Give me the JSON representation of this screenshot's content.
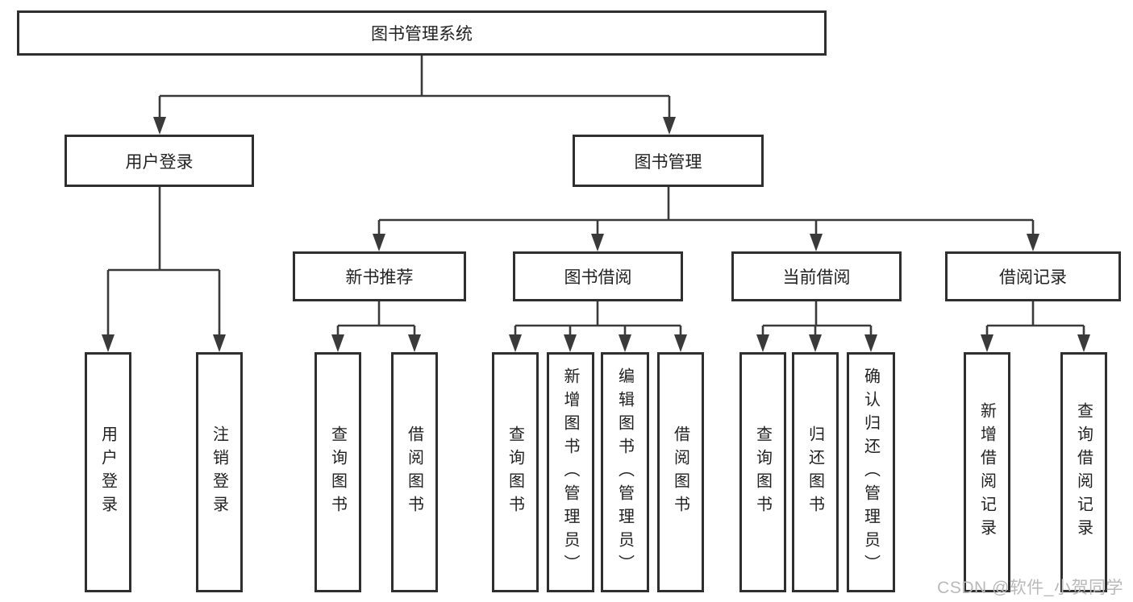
{
  "colors": {
    "line": "#3a3a3a",
    "border": "#2f2f2f",
    "text": "#222222",
    "watermark": "#b9b9b9"
  },
  "watermark": "CSDN @软件_小贺同学",
  "tree": {
    "label": "图书管理系统",
    "children": [
      {
        "label": "用户登录",
        "children": [
          {
            "label": "用户登录"
          },
          {
            "label": "注销登录"
          }
        ]
      },
      {
        "label": "图书管理",
        "children": [
          {
            "label": "新书推荐",
            "children": [
              {
                "label": "查询图书"
              },
              {
                "label": "借阅图书"
              }
            ]
          },
          {
            "label": "图书借阅",
            "children": [
              {
                "label": "查询图书"
              },
              {
                "label": "新增图书（管理员）"
              },
              {
                "label": "编辑图书（管理员）"
              },
              {
                "label": "借阅图书"
              }
            ]
          },
          {
            "label": "当前借阅",
            "children": [
              {
                "label": "查询图书"
              },
              {
                "label": "归还图书"
              },
              {
                "label": "确认归还（管理员）"
              }
            ]
          },
          {
            "label": "借阅记录",
            "children": [
              {
                "label": "新增借阅记录"
              },
              {
                "label": "查询借阅记录"
              }
            ]
          }
        ]
      }
    ]
  }
}
